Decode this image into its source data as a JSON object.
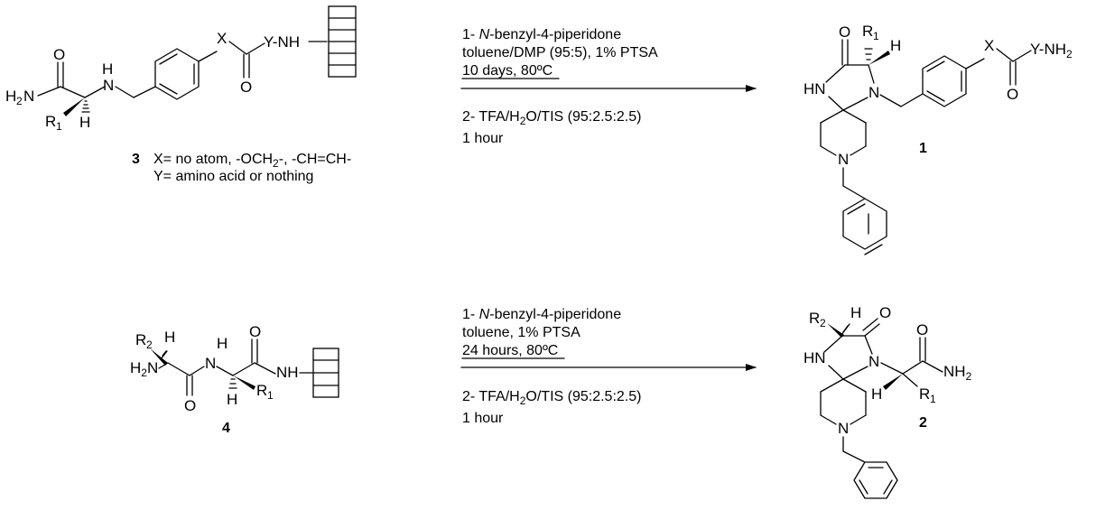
{
  "compounds": {
    "c3": {
      "label": "3",
      "x_def": "X= no atom, -OCH",
      "x_def_sub": "2",
      "x_def_tail": "-, -CH=CH-",
      "y_def": "Y= amino acid or nothing"
    },
    "c1": {
      "label": "1"
    },
    "c4": {
      "label": "4"
    },
    "c2": {
      "label": "2"
    }
  },
  "reaction1": {
    "step1_prefix": "1- ",
    "step1_italic": "N",
    "step1_rest": "-benzyl-4-piperidone",
    "step1_line2": "toluene/DMP (95:5), 1% PTSA",
    "step1_line3": "10 days, 80ºC",
    "step2_a": "2- TFA/H",
    "step2_sub": "2",
    "step2_b": "O/TIS (95:2.5:2.5)",
    "step2_line2": "1 hour"
  },
  "reaction2": {
    "step1_prefix": "1- ",
    "step1_italic": "N",
    "step1_rest": "-benzyl-4-piperidone",
    "step1_line2": "toluene, 1% PTSA",
    "step1_line3": "24 hours, 80ºC",
    "step2_a": "2- TFA/H",
    "step2_sub": "2",
    "step2_b": "O/TIS (95:2.5:2.5)",
    "step2_line2": "1 hour"
  },
  "atoms": {
    "O": "O",
    "N": "N",
    "H": "H",
    "X": "X",
    "HN": "HN",
    "NH": "NH",
    "H2N_H": "H",
    "H2N_N": "N",
    "sub2": "2",
    "R": "R",
    "sub1": "1",
    "YNH": "Y-NH",
    "YNH2": "Y-NH",
    "NH2": "NH"
  }
}
